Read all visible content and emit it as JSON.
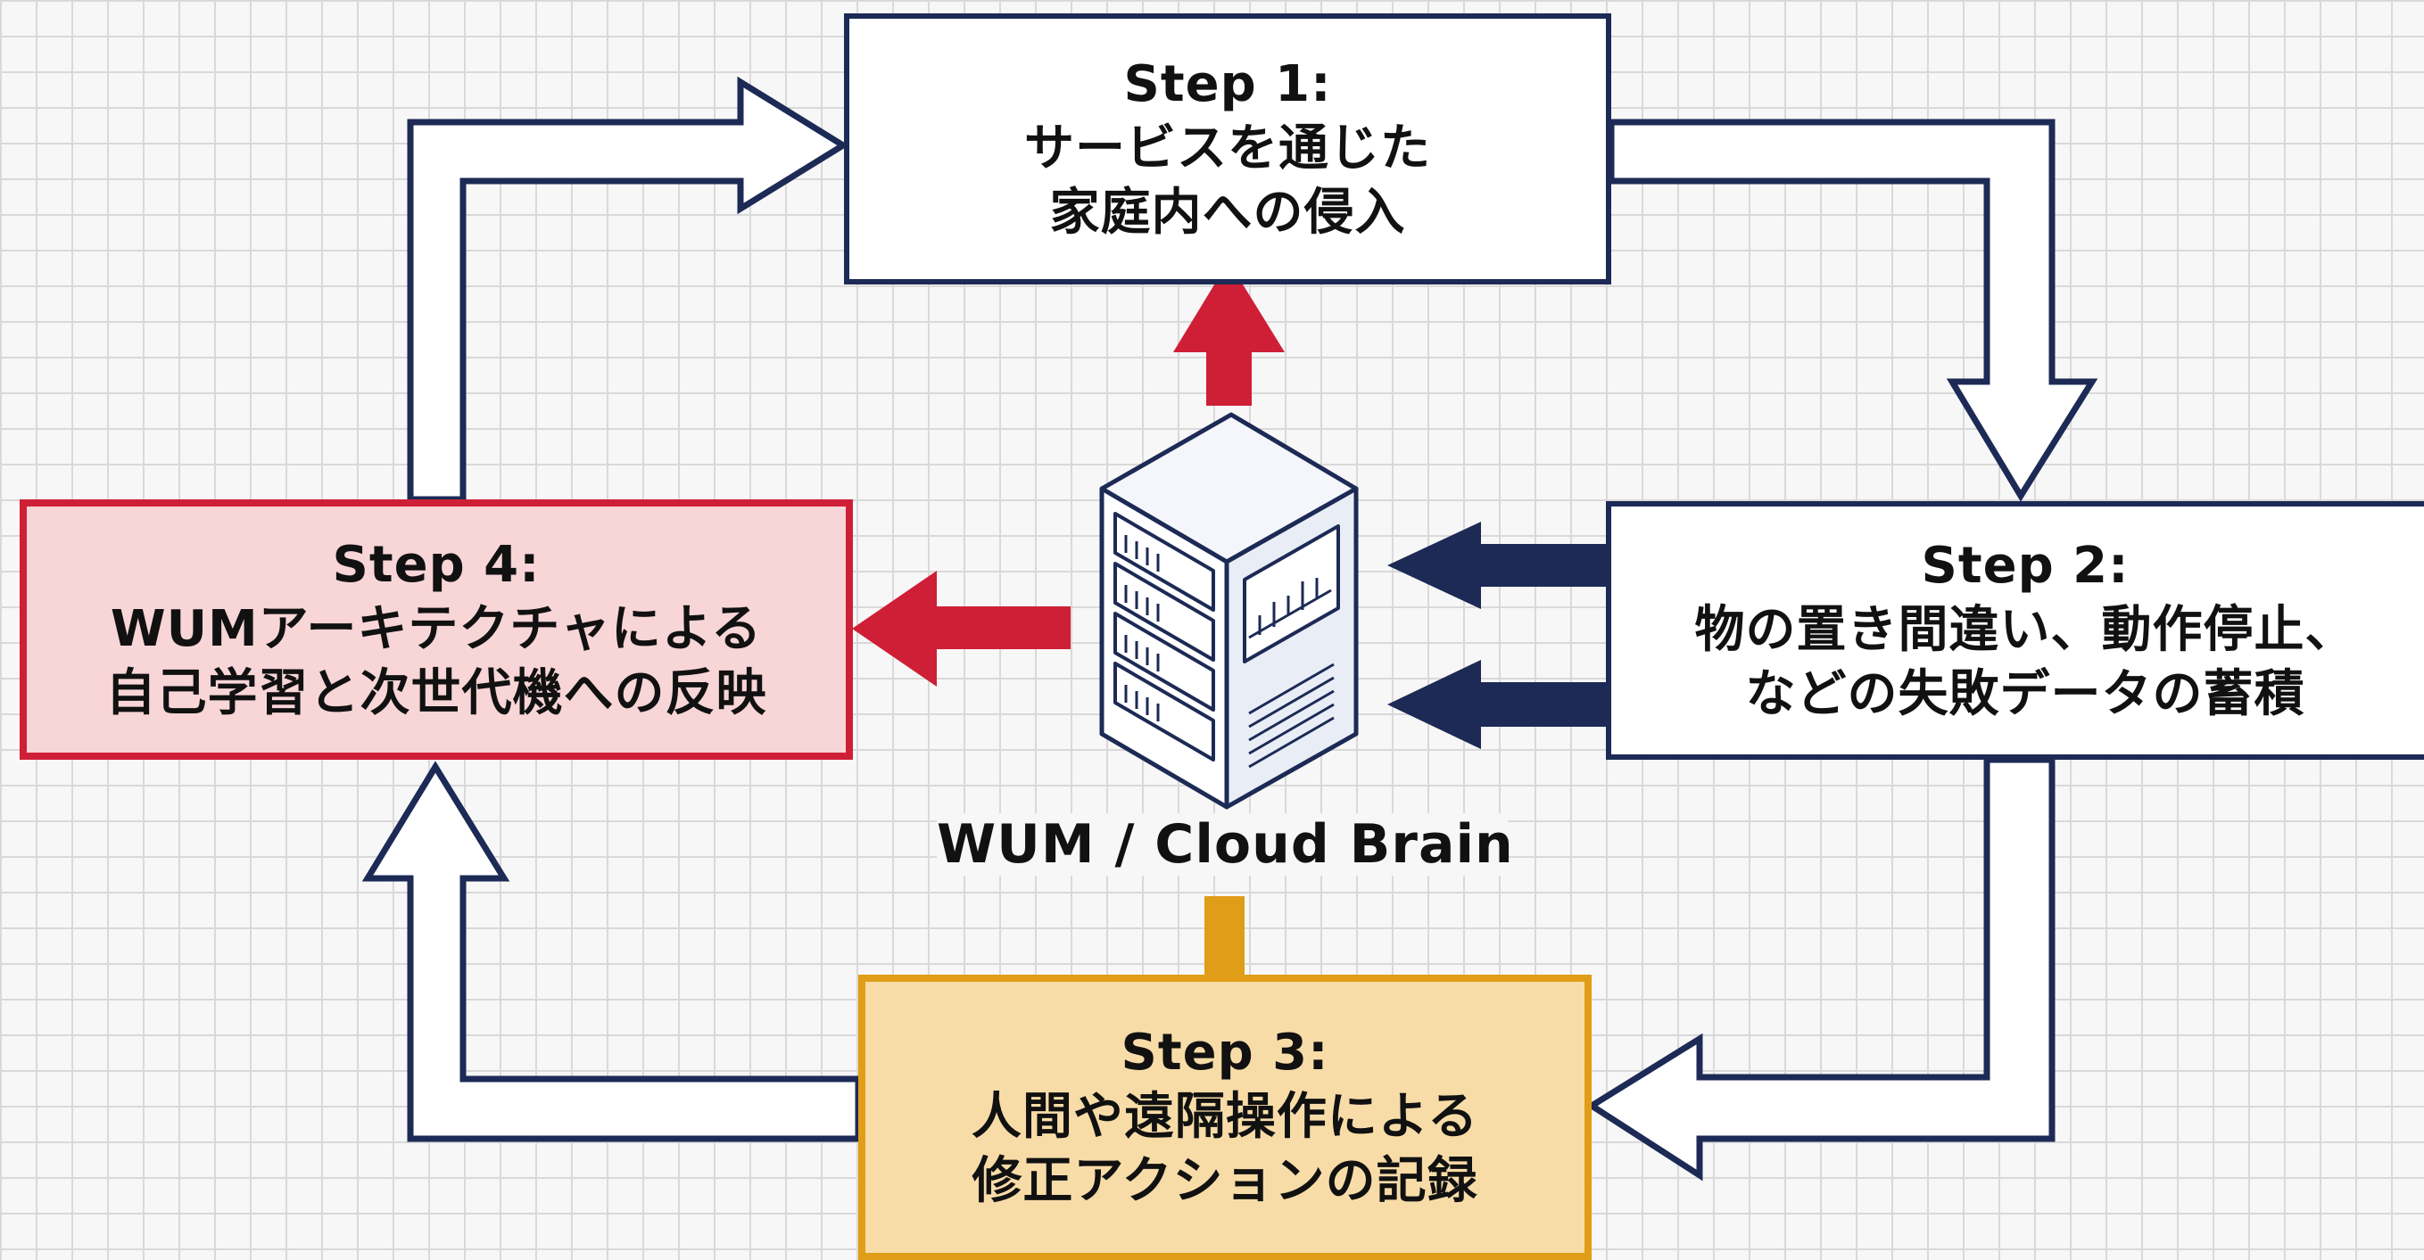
{
  "steps": {
    "step1": {
      "heading": "Step 1:",
      "line1": "サービスを通じた",
      "line2": "家庭内への侵入"
    },
    "step2": {
      "heading": "Step 2:",
      "line1": "物の置き間違い、動作停止、",
      "line2": "などの失敗データの蓄積"
    },
    "step3": {
      "heading": "Step 3:",
      "line1": "人間や遠隔操作による",
      "line2": "修正アクションの記録"
    },
    "step4": {
      "heading": "Step 4:",
      "line1": "WUMアーキテクチャによる",
      "line2": "自己学習と次世代機への反映"
    }
  },
  "center": {
    "label": "WUM / Cloud Brain",
    "icon": "server-icon"
  },
  "colors": {
    "navy": "#1c2a55",
    "red": "#cf1f36",
    "orange": "#e09d17",
    "step3_fill": "#f8dca8",
    "step4_fill": "#f8d5d7"
  }
}
